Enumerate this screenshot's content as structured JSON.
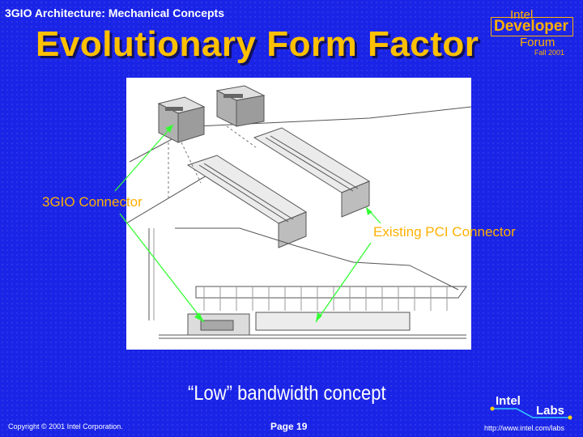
{
  "header": {
    "subtitle": "3GIO Architecture: Mechanical Concepts",
    "title": "Evolutionary Form Factor"
  },
  "logo": {
    "brand": "Intel",
    "developer": "Developer",
    "forum": "Forum",
    "season": "Fall 2001"
  },
  "figure": {
    "label_3gio": "3GIO Connector",
    "label_pci": "Existing PCI Connector"
  },
  "caption": "“Low” bandwidth concept",
  "footer": {
    "copyright": "Copyright © 2001 Intel Corporation.",
    "page": "Page 19",
    "url": "http://www.intel.com/labs"
  },
  "labs_logo": {
    "word1": "Intel",
    "word2": "Labs"
  },
  "colors": {
    "background": "#1a24e6",
    "title": "#ffc000",
    "callout": "#ffb000",
    "leader": "#33ff33"
  }
}
